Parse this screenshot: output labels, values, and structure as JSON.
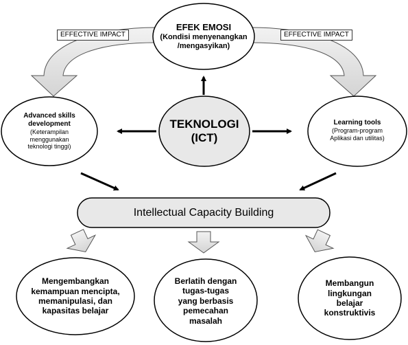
{
  "top_node": {
    "title": "EFEK EMOSI",
    "lines": [
      "(Kondisi menyenangkan",
      "/mengasyikan)"
    ]
  },
  "center_node": {
    "line1": "TEKNOLOGI",
    "line2": "(ICT)"
  },
  "left_node": {
    "title_lines": [
      "Advanced skills",
      "development"
    ],
    "lines": [
      "(Keterampilan",
      "menggunakan",
      "teknologi tinggi)"
    ]
  },
  "right_node": {
    "title": "Learning tools",
    "lines": [
      "(Program-program",
      "Aplikasi dan utilitas)"
    ]
  },
  "impact_labels": {
    "left": "EFFECTIVE IMPACT",
    "right": "EFFECTIVE IMPACT"
  },
  "capacity_bar": {
    "label": "Intellectual Capacity Building"
  },
  "bottom_nodes": [
    {
      "lines": [
        "Mengembangkan",
        "kemampuan mencipta,",
        "memanipulasi, dan",
        "kapasitas belajar"
      ]
    },
    {
      "lines": [
        "Berlatih dengan",
        "tugas-tugas",
        "yang berbasis",
        "pemecahan",
        "masalah"
      ]
    },
    {
      "lines": [
        "Membangun",
        "lingkungan",
        "belajar",
        "konstruktivis"
      ]
    }
  ]
}
